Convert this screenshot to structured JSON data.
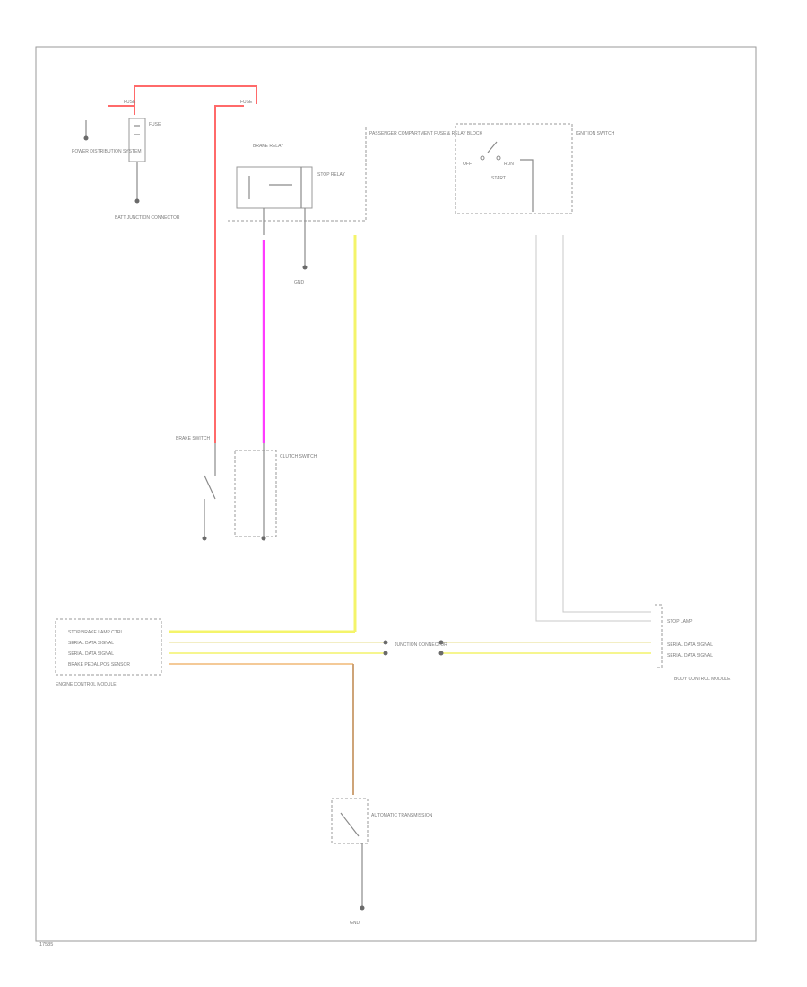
{
  "labels": {
    "fuse_top": "FUSE",
    "fuse_right_top": "FUSE",
    "fuse_body": "FUSE",
    "power_dist": "POWER DISTRIBUTION SYSTEM",
    "battery_junction": "BATT JUNCTION CONNECTOR",
    "brake_relay_box": "BRAKE RELAY",
    "stop_relay": "STOP RELAY",
    "passenger_relay": "PASSENGER COMPARTMENT FUSE & RELAY BLOCK",
    "ground_main": "GND",
    "ignition_switch": "IGNITION SWITCH",
    "ign_off": "OFF",
    "ign_run": "RUN",
    "ign_start": "START",
    "brake_switch": "BRAKE SWITCH",
    "clutch_switch": "CLUTCH SWITCH",
    "engine_control_module": "ENGINE CONTROL MODULE",
    "ecm_pin1": "STOP/BRAKE LAMP CTRL",
    "ecm_pin2": "SERIAL DATA SIGNAL",
    "ecm_pin3": "SERIAL DATA SIGNAL",
    "ecm_pin4": "BRAKE PEDAL POS SENSOR",
    "connector_mid": "JUNCTION CONNECTOR",
    "body_control_module": "BODY CONTROL MODULE",
    "bcm_pin1": "STOP LAMP",
    "bcm_pin2": "SERIAL DATA SIGNAL",
    "bcm_pin3": "SERIAL DATA SIGNAL",
    "auto_trans": "AUTOMATIC TRANSMISSION",
    "ground_bottom": "GND",
    "footer_code": "17585"
  },
  "colors": {
    "wire_red": "#ff6a6a",
    "wire_pink": "#ff3cff",
    "wire_yellow": "#f4f46a",
    "wire_tan": "#c99a6a",
    "wire_gray": "#b8b8b8",
    "frame": "#9a9a9a"
  }
}
